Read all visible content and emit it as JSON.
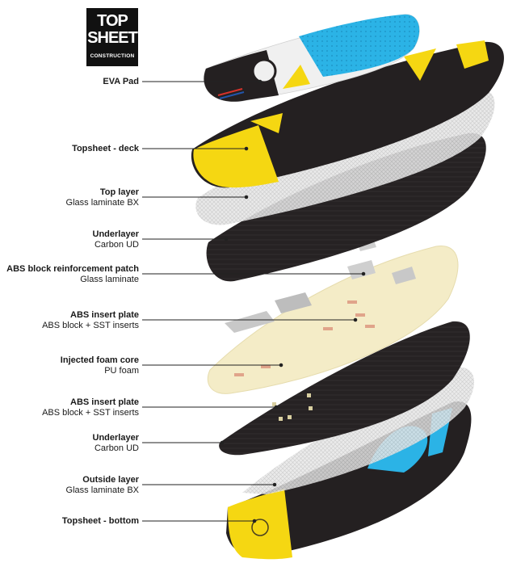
{
  "logo": {
    "line1": "TOP",
    "line2": "SHEET",
    "line3": "CONSTRUCTION"
  },
  "layers": [
    {
      "title": "EVA Pad",
      "subtitle": ""
    },
    {
      "title": "Topsheet - deck",
      "subtitle": ""
    },
    {
      "title": "Top layer",
      "subtitle": "Glass laminate BX"
    },
    {
      "title": "Underlayer",
      "subtitle": "Carbon UD"
    },
    {
      "title": "ABS block reinforcement patch",
      "subtitle": "Glass laminate"
    },
    {
      "title": "ABS insert plate",
      "subtitle": "ABS block + SST inserts"
    },
    {
      "title": "Injected foam core",
      "subtitle": "PU foam"
    },
    {
      "title": "ABS insert plate",
      "subtitle": "ABS block + SST inserts"
    },
    {
      "title": "Underlayer",
      "subtitle": "Carbon UD"
    },
    {
      "title": "Outside layer",
      "subtitle": "Glass laminate BX"
    },
    {
      "title": "Topsheet - bottom",
      "subtitle": ""
    }
  ],
  "colors": {
    "yellow": "#f5d712",
    "carbon": "#242021",
    "blue": "#2bb3e6",
    "foam": "#f4ecc7",
    "glass": "#dcdcdc",
    "text": "#1a1a1a"
  }
}
